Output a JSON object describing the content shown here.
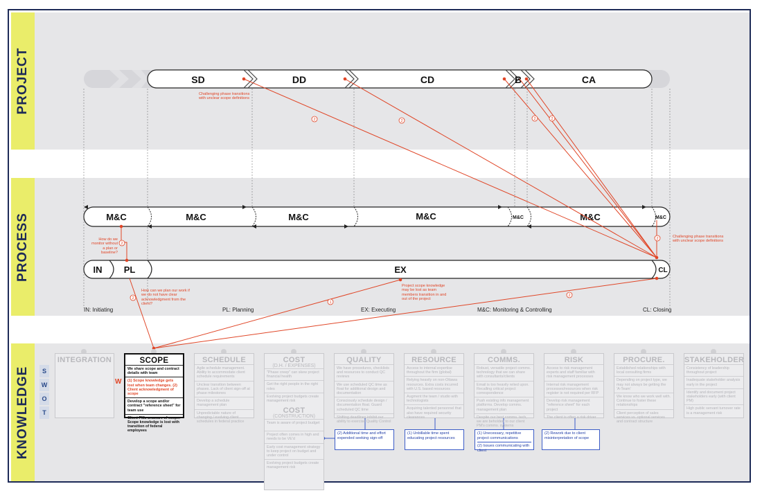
{
  "sections": {
    "project": "PROJECT",
    "process": "PROCESS",
    "knowledge": "KNOWLEDGE"
  },
  "project_phases": {
    "sd": "SD",
    "dd": "DD",
    "cd": "CD",
    "b": "B",
    "ca": "CA"
  },
  "process_mc": {
    "mc1": "M&C",
    "mc2": "M&C",
    "mc3": "M&C",
    "mc4": "M&C",
    "mc5": "M&C",
    "mc6": "M&C",
    "mc7": "M&C"
  },
  "process_phases": {
    "in": "IN",
    "pl": "PL",
    "ex": "EX",
    "cl": "CL"
  },
  "legend": {
    "in": "IN: Initiating",
    "pl": "PL: Planning",
    "ex": "EX: Executing",
    "mc": "M&C: Monitoring & Controlling",
    "cl": "CL: Closing"
  },
  "notes": {
    "sd_transition": "Challenging phase transitions with unclear scope definitions",
    "cl_transition": "Challenging phase transitions with unclear scope definitions",
    "monitor": "How do we monitor without a plan or baseline?",
    "plan": "How can we plan our work if we do not have clear acknowledgment from the client?",
    "ex_scope": "Project scope knowledge may be lost as team members transition in and out of the project"
  },
  "badges": {
    "b1": "2",
    "b2": "2",
    "b3": "2",
    "b4": "2",
    "b5": "2",
    "b6": "2",
    "b7": "1",
    "b8": "2"
  },
  "swot": {
    "s": "S",
    "w": "W",
    "o": "O",
    "t": "T",
    "w_marker": "W"
  },
  "knowledge_areas": {
    "integration": {
      "title": "INTEGRATION"
    },
    "scope": {
      "title": "SCOPE",
      "s": "We share scope and contract details with team",
      "w": "(1) Scope knowledge gets lost when team changes. (2) Client acknowledgment of scope",
      "o": "Develop a scope and/or contract \"reference sheet\" for team use",
      "t": "Client PMs unaware of scope. Scope knowledge is lost with transition of federal employees"
    },
    "schedule": {
      "title": "SCHEDULE",
      "s": "Agile schedule management. Ability to accommodate client schedule requirements",
      "w": "Unclear transition between phases. Lack of client sign-off at phase milestones",
      "o": "Develop a schedule management plan",
      "t": "Unpredictable nature of changing / evolving client schedules in federal practice"
    },
    "cost": {
      "title": "COST",
      "sub": "(D.H. / EXPENSES)",
      "s": "\"Phase creep\" can skew project financial health",
      "w": "Get the right people in the right roles",
      "o": "Evolving project budgets create management risk",
      "title2": "COST",
      "sub2": "(CONSTRUCTION)",
      "s2": "Team is aware of project budget",
      "w2": "Project often comes in high and needs to be VE'd",
      "o2": "Early cost management strategy to keep project on budget and under control",
      "t2": "Evolving project budgets create management risk"
    },
    "quality": {
      "title": "QUALITY",
      "s": "We have procedures, checklists and resources to conduct QC reviews",
      "w": "We use scheduled QC time as float for additional design and documentation",
      "o": "Consciously schedule design / documentation float. Guard scheduled QC time",
      "t": "Shifting deadlines inhibit our ability to exercise Quality Control"
    },
    "resource": {
      "title": "RESOURCE",
      "s": "Access to internal expertise throughout the firm (global)",
      "w": "Relying heavily on non-Ottawa resources. Extra costs incurred with U.S. based resources",
      "o": "Augment the team / studio with technologists",
      "t": "Acquiring talented personnel that also have required security clearances"
    },
    "comms": {
      "title": "COMMS.",
      "s": "Robust, versatile project comms. technology that we can share with consultants/clients",
      "w": "Email is too heavily relied upon. Recalling critical project correspondence",
      "o": "Push existing info management platforms. Develop comms. management plan",
      "t": "Despite our best comms. tech, we are beholden to our client PM's comms. systems"
    },
    "risk": {
      "title": "RISK",
      "s": "Access to risk management experts and staff familiar with risk management processes",
      "w": "Internal risk management processes/resources when risk register is not required per RFP",
      "o": "Develop risk management \"reference sheet\" for each project",
      "t": "The client is often a risk driver"
    },
    "procure": {
      "title": "PROCURE.",
      "s": "Established relationships with local consulting firms",
      "w": "Depending on project type, we may not always be getting the 'A-Team'",
      "o": "We know who we work well with. Continue to foster these relationships",
      "t": "Client perception of sales services vs. optional services and contract structure"
    },
    "stakeholder": {
      "title": "STAKEHOLDER",
      "s": "Consistency of leadership throughout project",
      "w": "Inadequate stakeholder analysis early in the project",
      "o": "Identify and document project stakeholders early (with client PM)",
      "t": "High public servant turnover rate is a management risk"
    }
  },
  "impact_boxes": {
    "quality": {
      "line1": "(2) Additional time and effort expended seeking sign-off"
    },
    "resource": {
      "line1": "(1) Unbillable time spent educating project resources"
    },
    "comms": {
      "line1": "(1) Unecessary, repetitive project communications",
      "line2": "(2) Issues communicating with client"
    },
    "risk": {
      "line1": "(2) Rework due to client misinterpretation of scope"
    }
  },
  "colors": {
    "navy": "#1d2a57",
    "tab_yellow": "#eaed6a",
    "connector_red": "#e04526",
    "impact_blue": "#3a5bc7",
    "band_grey": "#e6e6e8"
  }
}
